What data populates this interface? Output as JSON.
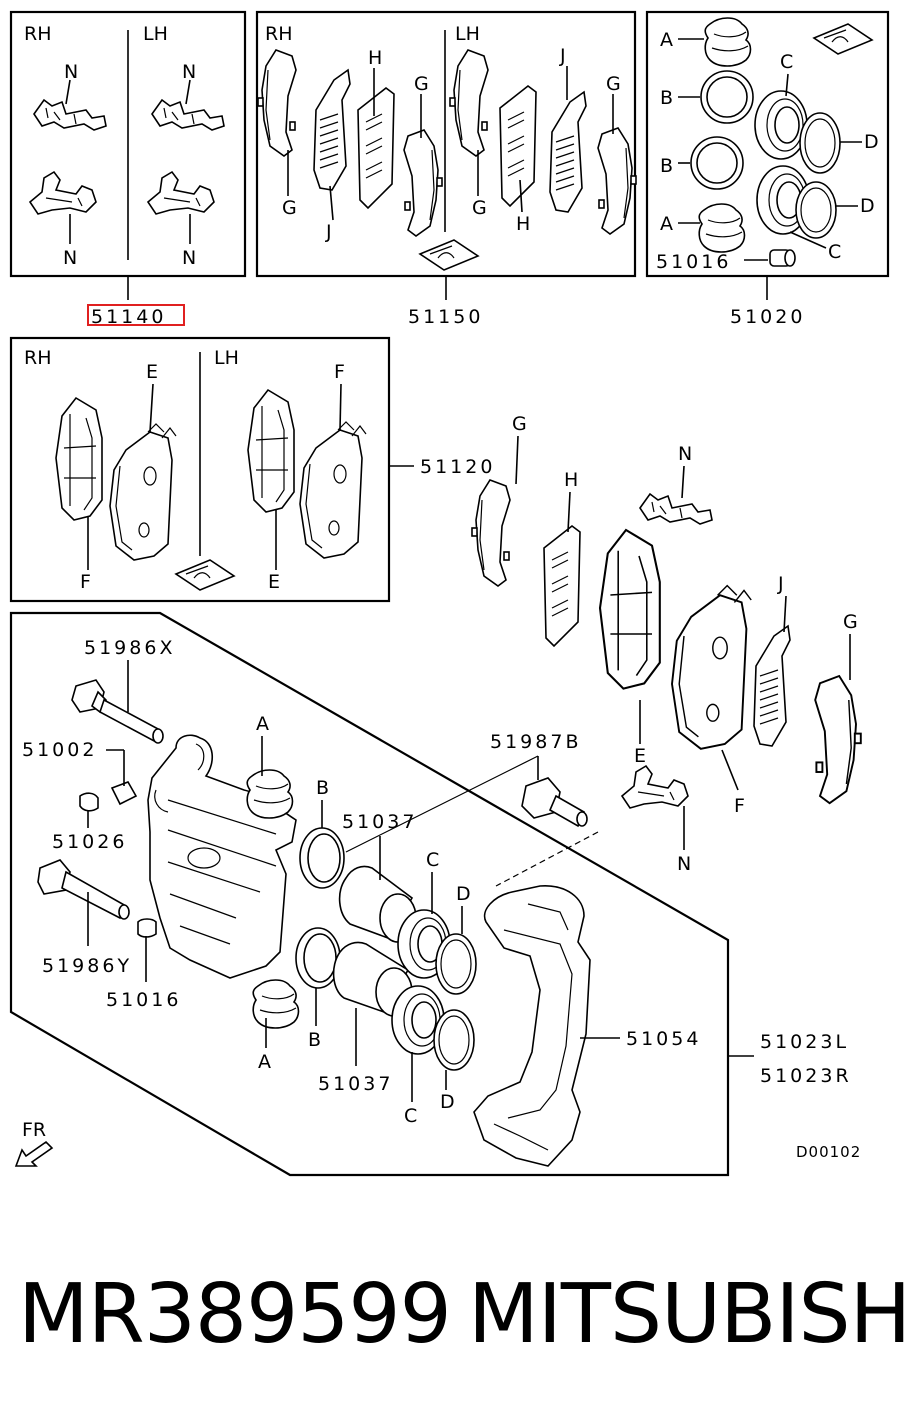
{
  "diagram": {
    "boxes": {
      "b1": {
        "rh": "RH",
        "lh": "LH"
      },
      "b2": {
        "rh": "RH",
        "lh": "LH"
      },
      "b4": {
        "rh": "RH",
        "lh": "LH"
      }
    },
    "part_numbers": {
      "p51140": "51140",
      "p51150": "51150",
      "p51020": "51020",
      "p51120": "51120",
      "p51986x": "51986X",
      "p51002": "51002",
      "p51026": "51026",
      "p51986y": "51986Y",
      "p51016a": "51016",
      "p51016b": "51016",
      "p51037a": "51037",
      "p51037b": "51037",
      "p51987b": "51987B",
      "p51054": "51054",
      "p51023l": "51023L",
      "p51023r": "51023R"
    },
    "letters": {
      "a": "A",
      "b": "B",
      "c": "C",
      "d": "D",
      "e": "E",
      "f": "F",
      "g": "G",
      "h": "H",
      "j": "J",
      "n": "N"
    },
    "direction_label": "FR",
    "drawing_code": "D00102",
    "highlight_color": "#e02020"
  },
  "footer": {
    "part_number": "MR389599",
    "brand": "MITSUBISHI"
  }
}
